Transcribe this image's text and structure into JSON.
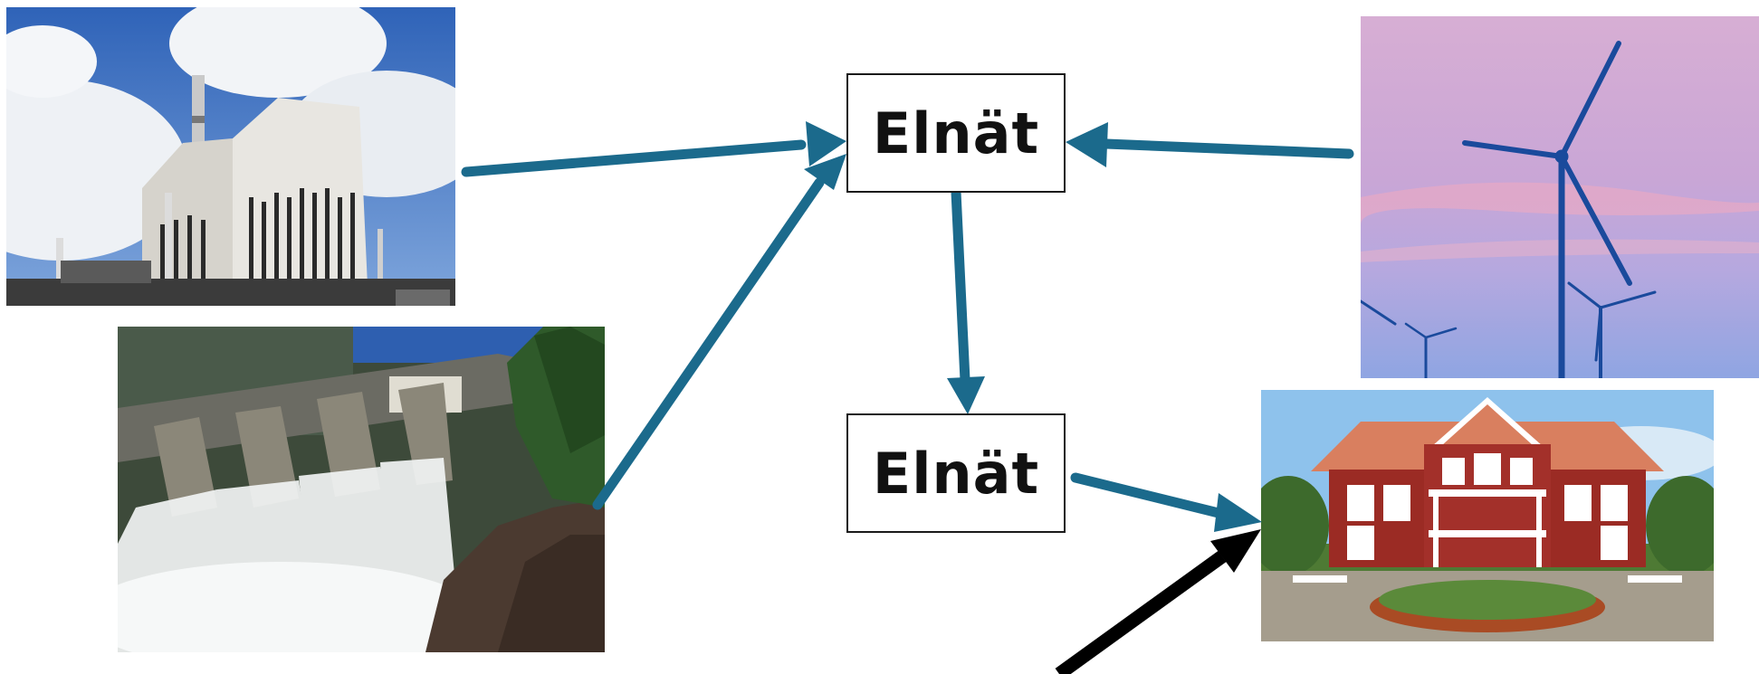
{
  "nodes": {
    "grid_top": {
      "label": "Elnät"
    },
    "grid_bottom": {
      "label": "Elnät"
    }
  },
  "colors": {
    "arrow": "#1b6a8c",
    "arrow_black": "#000000",
    "box_border": "#1a1a1a"
  },
  "images": {
    "nuclear_plant": "nuclear-power-plant-photo",
    "hydro_dam": "hydropower-dam-photo",
    "wind_turbines": "wind-turbines-photo",
    "house": "red-swedish-house-photo"
  }
}
